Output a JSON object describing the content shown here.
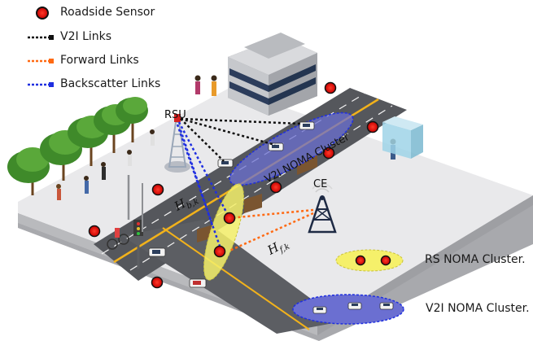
{
  "legend": {
    "sensor": "Roadside Sensor",
    "v2i": "V2I Links",
    "forward": "Forward Links",
    "backscatter": "Backscatter Links"
  },
  "labels": {
    "rsu": "RSU",
    "ce": "CE",
    "cluster_on_road": "V2I NOMA Cluster",
    "h_b_base": "H",
    "h_b_sub": "b,k",
    "h_f_base": "H",
    "h_f_sub": "f,k"
  },
  "key": {
    "rs_cluster": "RS NOMA Cluster.",
    "v2i_cluster": "V2I NOMA Cluster."
  },
  "colors": {
    "sensor_fill": "#e31010",
    "v2i_link": "#111111",
    "forward_link": "#ff6a13",
    "backscatter_link": "#1f2fe0",
    "rs_cluster": "#f5f06a",
    "v2i_cluster": "#6b6fd1"
  }
}
